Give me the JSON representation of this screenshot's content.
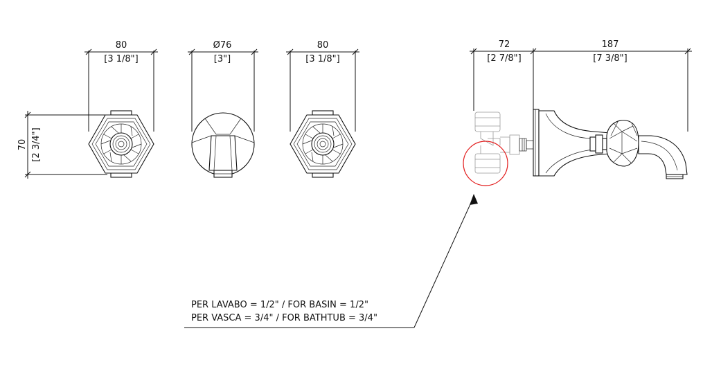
{
  "dimensions": {
    "handle_left_width": {
      "mm": "80",
      "inch": "[3 1/8\"]"
    },
    "escutcheon_diameter": {
      "mm": "Ø76",
      "inch": "[3\"]"
    },
    "handle_right_width": {
      "mm": "80",
      "inch": "[3 1/8\"]"
    },
    "handle_height": {
      "mm": "70",
      "inch": "[2 3/4\"]"
    },
    "valve_depth": {
      "mm": "72",
      "inch": "[2 7/8\"]"
    },
    "spout_projection": {
      "mm": "187",
      "inch": "[7 3/8\"]"
    }
  },
  "note": {
    "line1": "PER LAVABO = 1/2\" / FOR BASIN = 1/2\"",
    "line2": "PER VASCA = 3/4\" / FOR BATHTUB = 3/4\""
  },
  "colors": {
    "line": "#111111",
    "highlight": "#e21b1b",
    "hidden": "#999999"
  }
}
